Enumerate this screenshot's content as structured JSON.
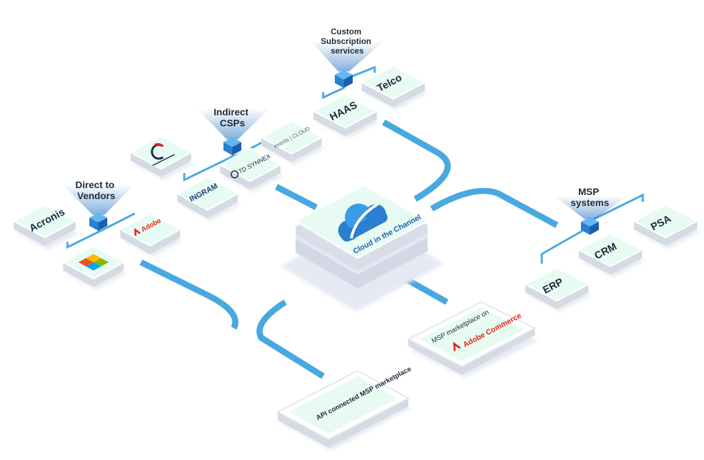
{
  "colors": {
    "connector": "#4aa8e0",
    "cube": "#2a7fd0",
    "tile_face": "#e7fbf2",
    "tile_side": "#d5dbe3",
    "navy": "#1f2a3c",
    "adobe_red": "#e1251b"
  },
  "groups": {
    "direct_vendors": "Direct to Vendors",
    "indirect_csps": "Indirect CSPs",
    "custom_subscription": "Custom Subscription services",
    "msp_systems": "MSP systems"
  },
  "vendors": {
    "acronis": "Acronis",
    "adobe": "Adobe",
    "microsoft": "microsoft-logo"
  },
  "csps": {
    "ingram": "INGRAM",
    "td_synnex": "TD SYNNEX",
    "exertis": "exertis | CLOUD",
    "pax8": "pax8-logo"
  },
  "subscriptions": {
    "haas": "HAAS",
    "telco": "Telco"
  },
  "msp": {
    "erp": "ERP",
    "crm": "CRM",
    "psa": "PSA"
  },
  "center": {
    "brand": "Cloud in the Channel",
    "logo": "cloud-logo"
  },
  "marketplaces": {
    "api": "API connected MSP marketplace",
    "adobe_commerce_intro": "MSP marketplace on",
    "adobe_commerce_brand": "Adobe Commerce"
  }
}
